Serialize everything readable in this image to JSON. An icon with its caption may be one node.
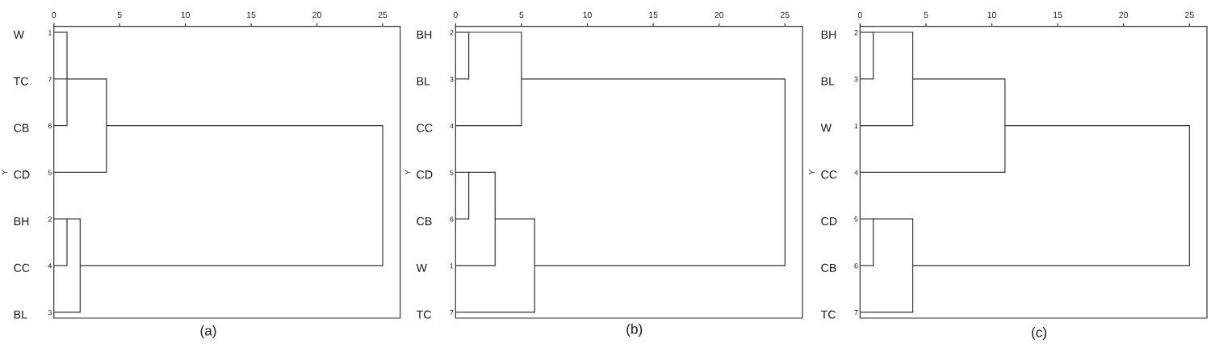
{
  "diagram": {
    "nodes": [
      {
        "text": [
          "W",
          "1"
        ]
      },
      {
        "text": [
          "TC",
          "7"
        ]
      },
      {
        "text": [
          "CB",
          "6"
        ]
      },
      {
        "text": [
          "CD",
          "5"
        ]
      },
      {
        "text": [
          "BH",
          "2"
        ]
      },
      {
        "text": [
          "CC",
          "4"
        ]
      },
      {
        "text": [
          "BL",
          "3"
        ]
      },
      {
        "text": [],
        "shape": "bar"
      },
      {
        "text": [],
        "shape": "bar"
      },
      {
        "text": [],
        "shape": "bar"
      },
      {
        "text": [],
        "shape": "bar"
      },
      {
        "text": [],
        "shape": "bar"
      },
      {
        "text": [
          "BH",
          "2"
        ]
      },
      {
        "text": [
          "BL",
          "3"
        ]
      },
      {
        "text": [
          "CC",
          "4"
        ]
      },
      {
        "text": [
          "CD",
          "5"
        ]
      },
      {
        "text": [
          "CB",
          "6"
        ]
      },
      {
        "text": [
          "W",
          "1"
        ]
      },
      {
        "text": [
          "TC",
          "7"
        ]
      },
      {
        "text": [],
        "shape": "bar"
      },
      {
        "text": [],
        "shape": "bar"
      },
      {
        "text": [],
        "shape": "bar"
      },
      {
        "text": [],
        "shape": "bar"
      },
      {
        "text": [],
        "shape": "bar"
      },
      {
        "text": [],
        "shape": "bar"
      },
      {
        "text": [
          "BH",
          "2"
        ]
      },
      {
        "text": [
          "BL",
          "3"
        ]
      },
      {
        "text": [
          "W",
          "1"
        ]
      },
      {
        "text": [
          "CC",
          "4"
        ]
      },
      {
        "text": [
          "CD",
          "5"
        ]
      },
      {
        "text": [
          "CB",
          "6"
        ]
      },
      {
        "text": [
          "TC",
          "7"
        ]
      },
      {
        "text": [],
        "shape": "bar"
      },
      {
        "text": [],
        "shape": "bar"
      },
      {
        "text": [],
        "shape": "bar"
      },
      {
        "text": [],
        "shape": "bar"
      },
      {
        "text": [],
        "shape": "bar"
      },
      {
        "text": [],
        "shape": "bar"
      }
    ],
    "edges": [
      {
        "from": 0,
        "to": 7,
        "arrow": "none"
      },
      {
        "from": 1,
        "to": 7,
        "arrow": "none"
      },
      {
        "from": 2,
        "to": 7,
        "arrow": "none"
      },
      {
        "from": 7,
        "to": 8,
        "arrow": "none"
      },
      {
        "from": 3,
        "to": 8,
        "arrow": "none"
      },
      {
        "from": 4,
        "to": 9,
        "arrow": "none"
      },
      {
        "from": 5,
        "to": 9,
        "arrow": "none"
      },
      {
        "from": 9,
        "to": 10,
        "arrow": "none"
      },
      {
        "from": 6,
        "to": 10,
        "arrow": "none"
      },
      {
        "from": 8,
        "to": 11,
        "arrow": "none"
      },
      {
        "from": 10,
        "to": 11,
        "arrow": "none"
      },
      {
        "from": 12,
        "to": 19,
        "arrow": "none"
      },
      {
        "from": 13,
        "to": 19,
        "arrow": "none"
      },
      {
        "from": 19,
        "to": 20,
        "arrow": "none"
      },
      {
        "from": 14,
        "to": 20,
        "arrow": "none"
      },
      {
        "from": 15,
        "to": 21,
        "arrow": "none"
      },
      {
        "from": 16,
        "to": 21,
        "arrow": "none"
      },
      {
        "from": 21,
        "to": 22,
        "arrow": "none"
      },
      {
        "from": 17,
        "to": 22,
        "arrow": "none"
      },
      {
        "from": 22,
        "to": 23,
        "arrow": "none"
      },
      {
        "from": 18,
        "to": 23,
        "arrow": "none"
      },
      {
        "from": 20,
        "to": 24,
        "arrow": "none"
      },
      {
        "from": 23,
        "to": 24,
        "arrow": "none"
      },
      {
        "from": 25,
        "to": 32,
        "arrow": "none"
      },
      {
        "from": 26,
        "to": 32,
        "arrow": "none"
      },
      {
        "from": 32,
        "to": 33,
        "arrow": "none"
      },
      {
        "from": 27,
        "to": 33,
        "arrow": "none"
      },
      {
        "from": 33,
        "to": 34,
        "arrow": "none"
      },
      {
        "from": 28,
        "to": 34,
        "arrow": "none"
      },
      {
        "from": 29,
        "to": 35,
        "arrow": "none"
      },
      {
        "from": 30,
        "to": 35,
        "arrow": "none"
      },
      {
        "from": 35,
        "to": 36,
        "arrow": "none"
      },
      {
        "from": 31,
        "to": 36,
        "arrow": "none"
      },
      {
        "from": 34,
        "to": 37,
        "arrow": "none"
      },
      {
        "from": 36,
        "to": 37,
        "arrow": "none"
      }
    ],
    "labels": [
      "0",
      "5",
      "10",
      "15",
      "20",
      "25",
      "Y",
      "(a)",
      "0",
      "5",
      "10",
      "15",
      "20",
      "25",
      "Y",
      "(b)",
      "0",
      "5",
      "10",
      "15",
      "20",
      "25",
      "Y",
      "(c)"
    ]
  }
}
